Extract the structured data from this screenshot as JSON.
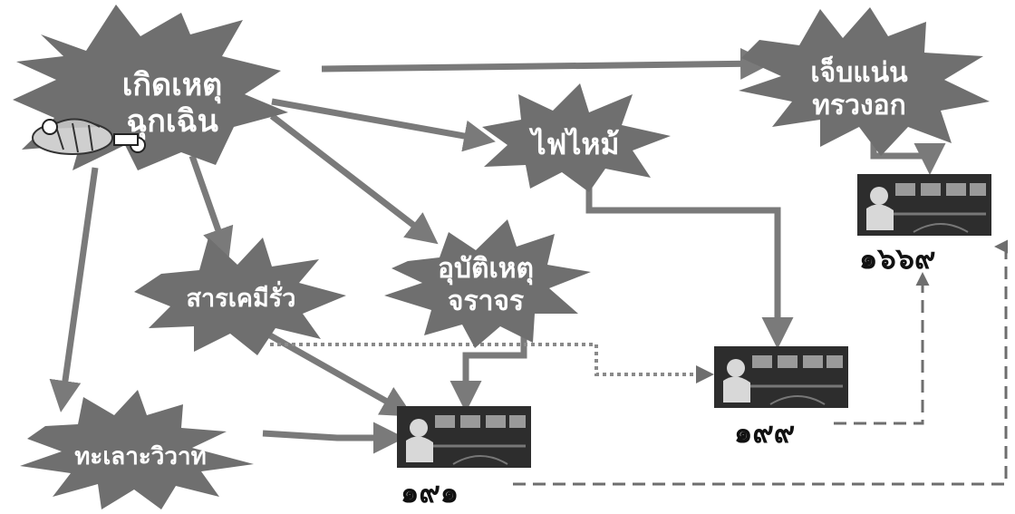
{
  "colors": {
    "burst": "#6f6f6f",
    "burst_edge": "#5a5a5a",
    "arrow": "#7a7a7a",
    "dashed": "#6e6e6e",
    "dotted": "#8a8a8a",
    "monitor": "#2d2d2d",
    "code_text": "#111111"
  },
  "nodes": {
    "emergency": {
      "line1": "เกิดเหตุ",
      "line2": "ฉุกเฉิน"
    },
    "chest_pain": {
      "line1": "เจ็บแน่น",
      "line2": "ทรวงอก"
    },
    "fire": {
      "line1": "ไฟไหม้"
    },
    "chemical_leak": {
      "line1": "สารเคมีรั่ว"
    },
    "traffic_accident": {
      "line1": "อุบัติเหตุ",
      "line2": "จราจร"
    },
    "dispute": {
      "line1": "ทะเลาะวิวาท"
    }
  },
  "hotlines": {
    "police": "๑๙๑",
    "fire": "๑๙๙",
    "medical": "๑๖๖๙"
  },
  "icons": {
    "emergency_vehicle": "police-car-icon",
    "call_center": "call-center-operator-icon"
  }
}
